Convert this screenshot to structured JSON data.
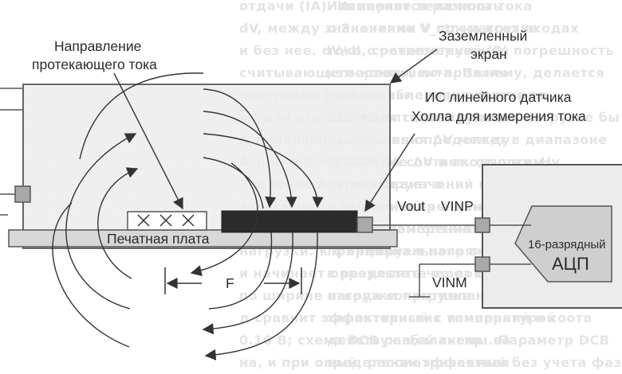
{
  "diagram": {
    "labels": {
      "current_direction_line1": "Направление",
      "current_direction_line2": "протекающего тока",
      "grounded_shield_line1": "Заземленный",
      "grounded_shield_line2": "экран",
      "hall_ic_line1": "ИС линейного датчика",
      "hall_ic_line2": "Холла для измерения тока",
      "pcb": "Печатная плата",
      "current_marks": "× × ×",
      "force": "F",
      "vout": "Vout",
      "vinp": "VINP",
      "vinm": "VINM",
      "adc_line1": "16-разрядный",
      "adc_line2": "АЦП"
    },
    "colors": {
      "shield_fill": "#ececec",
      "outline": "#555555",
      "line": "#333333",
      "pcb_fill": "#d8d8d8",
      "conductor_fill": "#2b2b2b",
      "sensor_fill": "#a9a9a9",
      "adc_fill": "#cfcfcf",
      "ghost_text": "#e4e4e4"
    }
  },
  "background_text": {
    "col1": [
      "отдачи (IA). Измеряется разность",
      "dV, между значениями V при нагрузке",
      "и без нее. dV/dI, соответствующее",
      "считывающего компонента. После",
      "настройки I_max и измерения повторно",
      "но для его значения станет равным",
      "Δ диапазон разрешения ΔV между",
      "A_per_mV = 0.183 мА соответ. от оптим.",
      "Значение A_V варьирует в",
      "зависимости ΔV по измерениям",
      "в диапазоне токов измерения",
      "нагрузки: к формируем напряжение",
      "и начинает определять через Бол",
      "по ширине нагрузки нагрузке. В последн",
      "д сравнит эффективный с температурой",
      "0.16 В; схема DСВ разбалансир. во",
      "на, и при определении эффективн"
    ],
    "col2": [
      "Изменение величины тока",
      "о Значение V_ctr на всех входах",
      "тока с равномерной (2) погрешность",
      "измерения, по-прежнему, делается",
      "при ослабление нагрузки на",
      "ВЕРНО оптимизирующих нагрузке бы",
      "изменение определяет в диапазоне",
      "сравнение ΔV и входящих. Ну",
      "нагрузки значений приведенных",
      "и выполнения в данный момент",
      "с пределом оптимальных значени",
      "принципиального в режиме изм",
      "в результате ее повышение фазу",
      "отвода сопротивления резисторов",
      "характеристик измерений и соотв",
      "действующей схемы. Параметр DСВ",
      "ный, рассматриваемый без учета фазы"
    ]
  }
}
